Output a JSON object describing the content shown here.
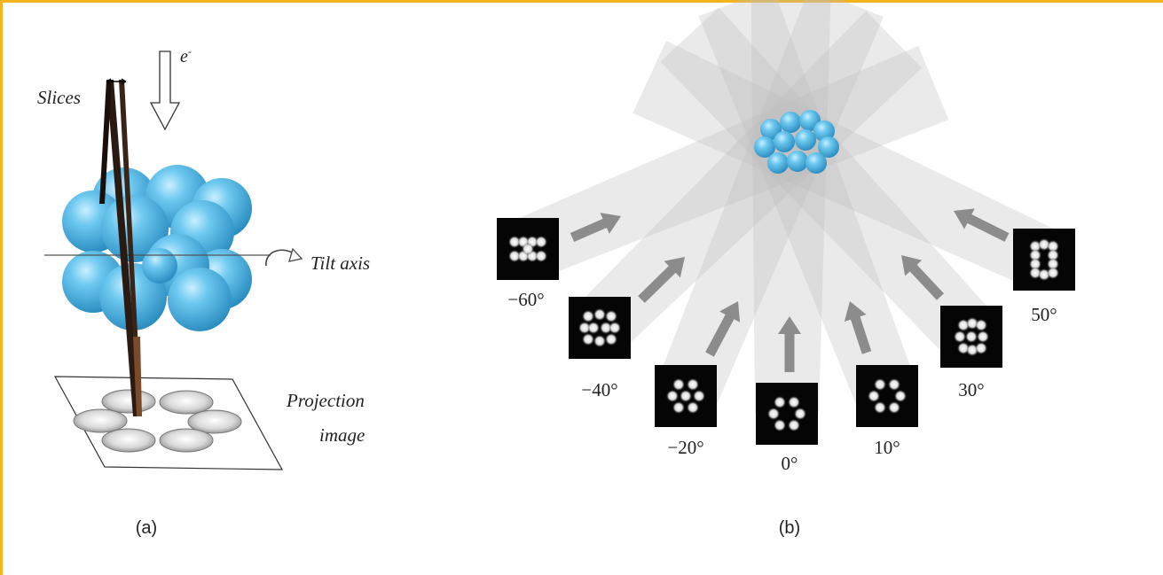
{
  "panel_a": {
    "beam_label": "e",
    "beam_superscript": "-",
    "slices_label": "Slices",
    "tilt_axis_label": "Tilt axis",
    "projection_label_line1": "Projection",
    "projection_label_line2": "image",
    "caption": "(a)"
  },
  "panel_b": {
    "caption": "(b)",
    "angles": [
      "−60°",
      "−40°",
      "−20°",
      "0°",
      "10°",
      "30°",
      "50°"
    ]
  },
  "colors": {
    "frame": "#f5b41c",
    "sphere": "#5bc1ec",
    "beam": "#cfcfcf",
    "arrow": "#8c8c8c",
    "slice": "#2a1a12"
  }
}
